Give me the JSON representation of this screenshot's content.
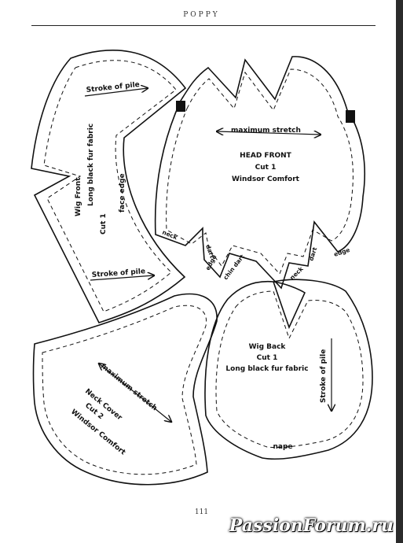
{
  "header": {
    "title": "Poppy"
  },
  "page_number": "111",
  "watermark": "PassionForum.ru",
  "pieces": {
    "wig_front": {
      "arrow_top": "Stroke of pile",
      "title": "Wig Front",
      "fabric": "Long black fur fabric",
      "cut": "Cut 1",
      "edge": "face edge",
      "arrow_bottom": "Stroke of pile"
    },
    "head_front": {
      "arrow": "maximum stretch",
      "title": "HEAD FRONT",
      "cut": "Cut 1",
      "fabric": "Windsor Comfort",
      "neck_edge_left": "neck",
      "dart_left": "dart",
      "edge_left": "edge",
      "chin_dart": "chin dart",
      "neck_right": "neck",
      "dart_right": "dart",
      "edge_right": "edge"
    },
    "wig_back": {
      "title": "Wig Back",
      "cut": "Cut 1",
      "fabric": "Long black fur fabric",
      "arrow": "Stroke of pile",
      "edge": "nape"
    },
    "neck_cover": {
      "arrow": "maximum stretch",
      "title": "Neck Cover",
      "cut": "Cut 2",
      "fabric": "Windsor Comfort"
    }
  },
  "colors": {
    "ink": "#111111",
    "paper": "#ffffff"
  }
}
